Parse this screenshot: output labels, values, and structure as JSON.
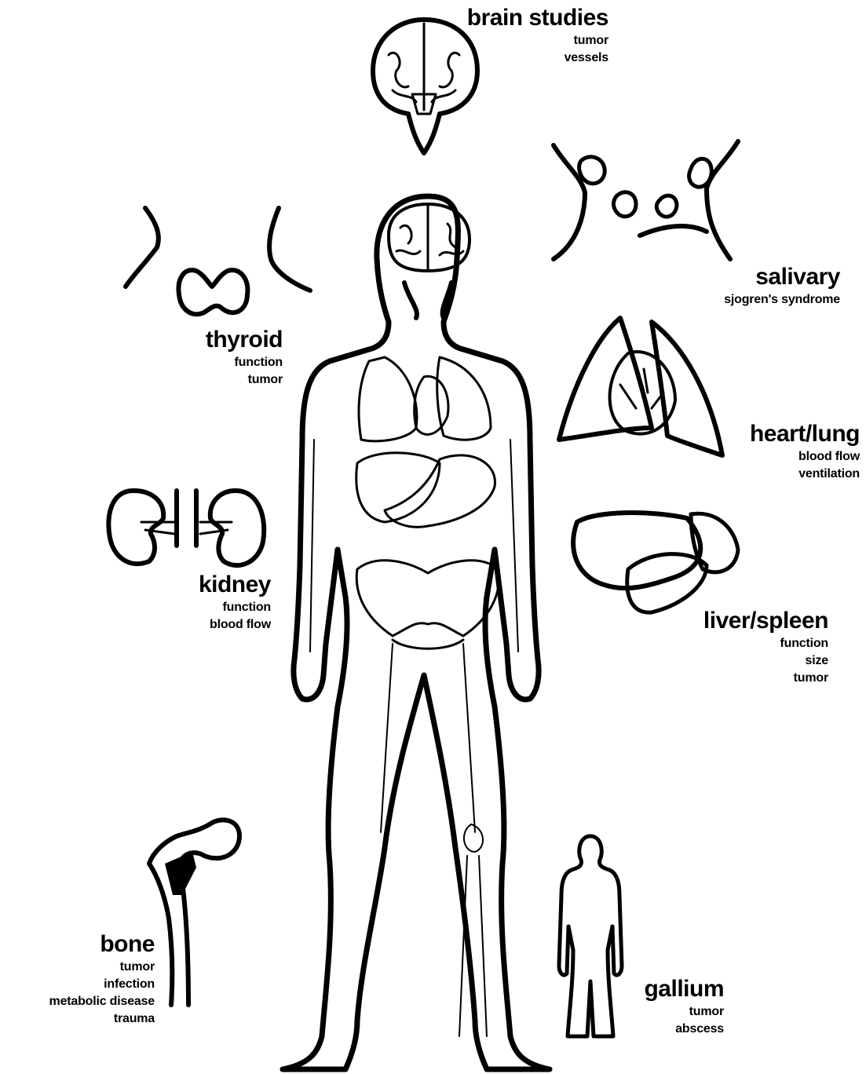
{
  "labels": {
    "brain": {
      "title": "brain studies",
      "items": [
        "tumor",
        "vessels"
      ]
    },
    "salivary": {
      "title": "salivary",
      "items": [
        "sjogren's syndrome"
      ]
    },
    "thyroid": {
      "title": "thyroid",
      "items": [
        "function",
        "tumor"
      ]
    },
    "heart_lung": {
      "title": "heart/lung",
      "items": [
        "blood flow",
        "ventilation"
      ]
    },
    "kidney": {
      "title": "kidney",
      "items": [
        "function",
        "blood flow"
      ]
    },
    "liver_spleen": {
      "title": "liver/spleen",
      "items": [
        "function",
        "size",
        "tumor"
      ]
    },
    "bone": {
      "title": "bone",
      "items": [
        "tumor",
        "infection",
        "metabolic disease",
        "trauma"
      ]
    },
    "gallium": {
      "title": "gallium",
      "items": [
        "tumor",
        "abscess"
      ]
    }
  }
}
